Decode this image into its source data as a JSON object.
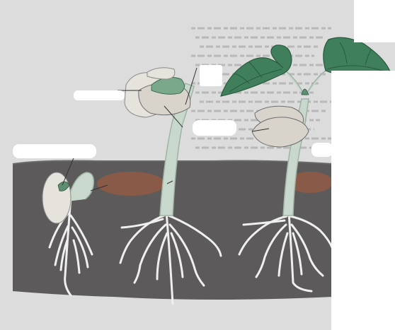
{
  "diagram": {
    "stages": [
      {
        "id": "stage-1",
        "label_slots": 3
      },
      {
        "id": "stage-2",
        "label_slots": 4
      },
      {
        "id": "stage-3",
        "label_slots": 3
      }
    ],
    "colors": {
      "soil": "#5c5a5a",
      "soil_top": "#6a6868",
      "paper": "#dcdcdc",
      "page_text_ghost": "#b8b8b8",
      "stem": "#c9d8cc",
      "stem_shadow": "#9fb4a5",
      "root": "#efefef",
      "root_outline": "#7a7a7a",
      "leaf": "#3f7f5c",
      "leaf_vein": "#2a5a3e",
      "seed_coat": "#e6e2dc",
      "cotyledon": "#d8d4cc",
      "brown_patch": "#8a5a48",
      "label_box": "#ffffff"
    }
  }
}
